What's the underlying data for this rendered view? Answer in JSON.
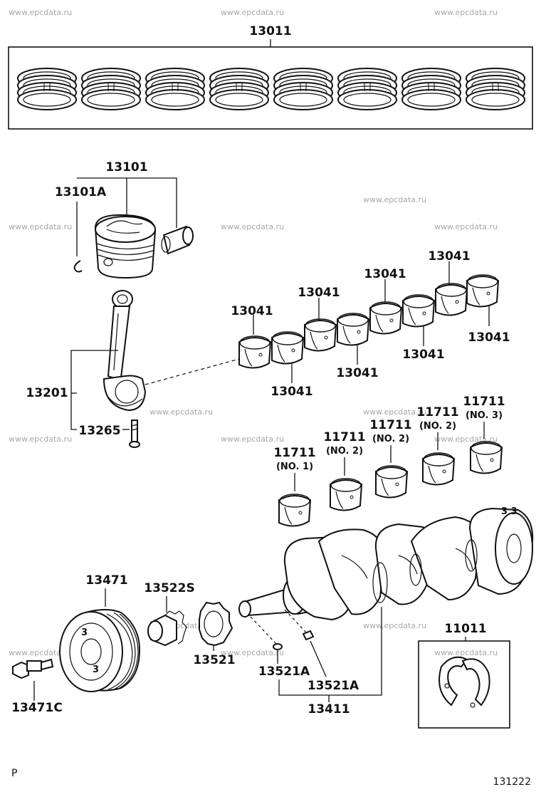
{
  "watermark": "www.epcdata.ru",
  "corner_left": "P",
  "corner_right": "131222",
  "labels": {
    "piston_ring_set": "13011",
    "piston": "13101",
    "piston_pin_snap_ring": "13101A",
    "conrod_bearing": "13041",
    "connecting_rod": "13201",
    "conrod_bolt": "13265",
    "main_bearing": "11711",
    "no1": "(NO. 1)",
    "no2": "(NO. 2)",
    "no3": "(NO. 3)",
    "crank_pulley": "13471",
    "pulley_bolt": "13471C",
    "timing_gear_spacer": "13522S",
    "crank_timing_gear": "13521",
    "key_a": "13521A",
    "crankshaft": "13411",
    "thrust_washer": "11011"
  }
}
